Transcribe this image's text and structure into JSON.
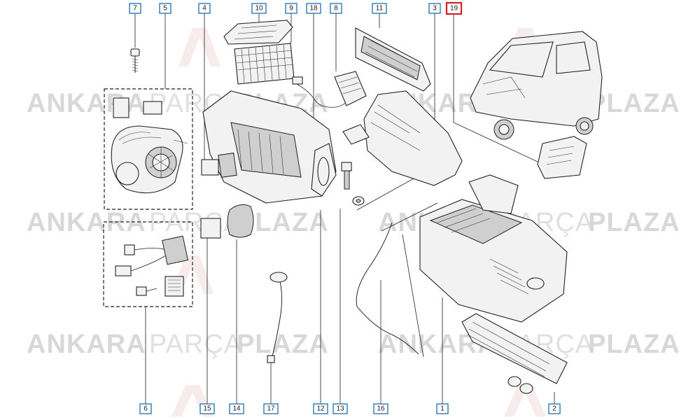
{
  "watermark": {
    "word1": "ANKARA",
    "word2": "PARÇA",
    "word3": "PLAZA"
  },
  "callouts": [
    {
      "id": "7",
      "label": "7",
      "highlight": false
    },
    {
      "id": "5",
      "label": "5",
      "highlight": false
    },
    {
      "id": "4",
      "label": "4",
      "highlight": false
    },
    {
      "id": "10",
      "label": "10",
      "highlight": false
    },
    {
      "id": "9",
      "label": "9",
      "highlight": false
    },
    {
      "id": "18",
      "label": "18",
      "highlight": false
    },
    {
      "id": "8",
      "label": "8",
      "highlight": false
    },
    {
      "id": "11",
      "label": "11",
      "highlight": false
    },
    {
      "id": "3",
      "label": "3",
      "highlight": false
    },
    {
      "id": "19",
      "label": "19",
      "highlight": true
    },
    {
      "id": "6",
      "label": "6",
      "highlight": false
    },
    {
      "id": "15",
      "label": "15",
      "highlight": false
    },
    {
      "id": "14",
      "label": "14",
      "highlight": false
    },
    {
      "id": "17",
      "label": "17",
      "highlight": false
    },
    {
      "id": "12",
      "label": "12",
      "highlight": false
    },
    {
      "id": "13",
      "label": "13",
      "highlight": false
    },
    {
      "id": "16",
      "label": "16",
      "highlight": false
    },
    {
      "id": "1",
      "label": "1",
      "highlight": false
    },
    {
      "id": "2",
      "label": "2",
      "highlight": false
    }
  ],
  "colors": {
    "callout_border": "#1b6fb3",
    "callout_highlight": "#d62020",
    "watermark": "#d8d8d8"
  }
}
